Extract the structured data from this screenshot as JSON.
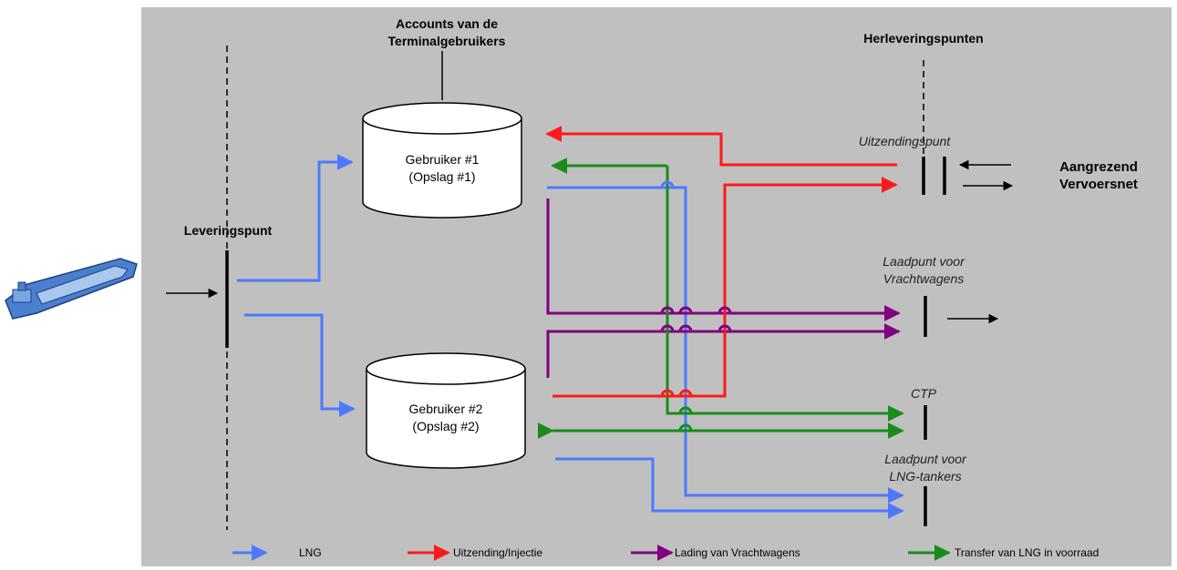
{
  "title": {
    "accounts_line1": "Accounts van de",
    "accounts_line2": "Terminalgebruikers",
    "redelivery_points": "Herleveringspunten"
  },
  "delivery_point": "Leveringspunt",
  "storages": [
    {
      "line1": "Gebruiker #1",
      "line2": "(Opslag #1)"
    },
    {
      "line1": "Gebruiker #2",
      "line2": "(Opslag #2)"
    }
  ],
  "points": {
    "send_out": "Uitzendingspunt",
    "truck_line1": "Laadpunt voor",
    "truck_line2": "Vrachtwagens",
    "ctp": "CTP",
    "ship_line1": "Laadpunt voor",
    "ship_line2": "LNG-tankers"
  },
  "adjacent_network_line1": "Aangrezend",
  "adjacent_network_line2": "Vervoersnet",
  "legend": [
    {
      "label": "LNG",
      "color": "#4d79ff"
    },
    {
      "label": "Uitzending/Injectie",
      "color": "#ff1a1a"
    },
    {
      "label": "Lading van Vrachtwagens",
      "color": "#800080"
    },
    {
      "label": "Transfer van LNG in voorraad",
      "color": "#1a8c1a"
    }
  ],
  "colors": {
    "background_panel": "#c0c0c0",
    "lng": "#4d79ff",
    "send_out": "#ff1a1a",
    "truck": "#800080",
    "transfer": "#1a8c1a",
    "ship": "#a8c8f0"
  }
}
